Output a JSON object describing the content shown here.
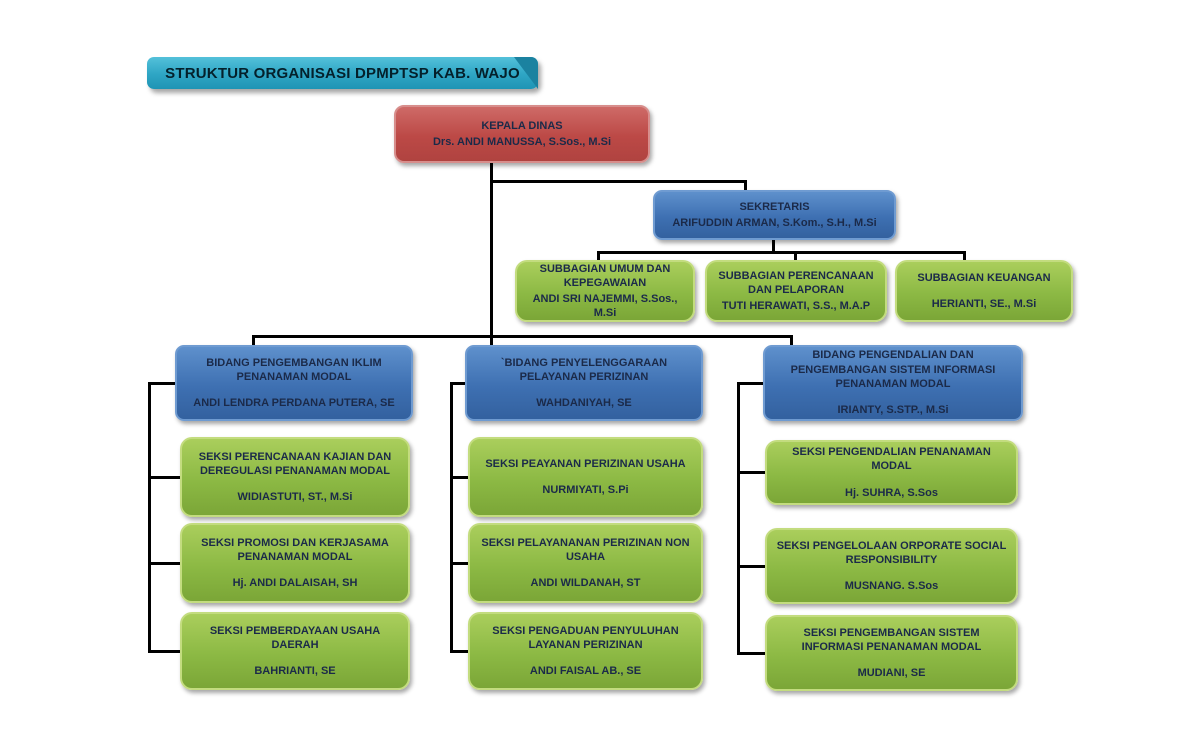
{
  "title": "STRUKTUR ORGANISASI DPMPTSP KAB. WAJO",
  "colors": {
    "banner": "#2ea5c4",
    "banner_fold": "#1b82a0",
    "kepala_dinas_red": "#bc4946",
    "bidang_blue": "#3e70b2",
    "seksi_green": "#8cb944",
    "connector_line": "#000000",
    "box_text": "#1b2a49"
  },
  "nodes": {
    "kepala_dinas": {
      "title": "KEPALA DINAS",
      "name": "Drs. ANDI MANUSSA, S.Sos., M.Si"
    },
    "sekretaris": {
      "title": "SEKRETARIS",
      "name": "ARIFUDDIN ARMAN, S.Kom., S.H., M.Si"
    },
    "subbagian": [
      {
        "title": "SUBBAGIAN UMUM DAN KEPEGAWAIAN",
        "name": "ANDI SRI NAJEMMI, S.Sos., M.Si"
      },
      {
        "title": "SUBBAGIAN PERENCANAAN DAN PELAPORAN",
        "name": "TUTI HERAWATI, S.S., M.A.P"
      },
      {
        "title": "SUBBAGIAN KEUANGAN",
        "name": "HERIANTI, SE., M.Si"
      }
    ],
    "bidang": [
      {
        "title": "BIDANG PENGEMBANGAN IKLIM PENANAMAN MODAL",
        "name": "ANDI LENDRA PERDANA PUTERA, SE",
        "seksi": [
          {
            "title": "SEKSI PERENCANAAN KAJIAN DAN DEREGULASI PENANAMAN MODAL",
            "name": "WIDIASTUTI, ST., M.Si"
          },
          {
            "title": "SEKSI PROMOSI DAN KERJASAMA PENANAMAN MODAL",
            "name": "Hj. ANDI DALAISAH, SH"
          },
          {
            "title": "SEKSI PEMBERDAYAAN USAHA DAERAH",
            "name": "BAHRIANTI, SE"
          }
        ]
      },
      {
        "title": "`BIDANG PENYELENGGARAAN PELAYANAN PERIZINAN",
        "name": "WAHDANIYAH, SE",
        "seksi": [
          {
            "title": "SEKSI PEAYANAN PERIZINAN USAHA",
            "name": "NURMIYATI, S.Pi"
          },
          {
            "title": "SEKSI PELAYANANAN PERIZINAN NON USAHA",
            "name": "ANDI WILDANAH, ST"
          },
          {
            "title": "SEKSI PENGADUAN PENYULUHAN LAYANAN PERIZINAN",
            "name": "ANDI FAISAL AB., SE"
          }
        ]
      },
      {
        "title": "BIDANG PENGENDALIAN DAN PENGEMBANGAN SISTEM INFORMASI PENANAMAN MODAL",
        "name": "IRIANTY, S.STP., M.Si",
        "seksi": [
          {
            "title": "SEKSI PENGENDALIAN PENANAMAN MODAL",
            "name": "Hj. SUHRA, S.Sos"
          },
          {
            "title": "SEKSI PENGELOLAAN ORPORATE SOCIAL RESPONSIBILITY",
            "name": "MUSNANG. S.Sos"
          },
          {
            "title": "SEKSI PENGEMBANGAN SISTEM INFORMASI PENANAMAN MODAL",
            "name": "MUDIANI, SE"
          }
        ]
      }
    ]
  }
}
